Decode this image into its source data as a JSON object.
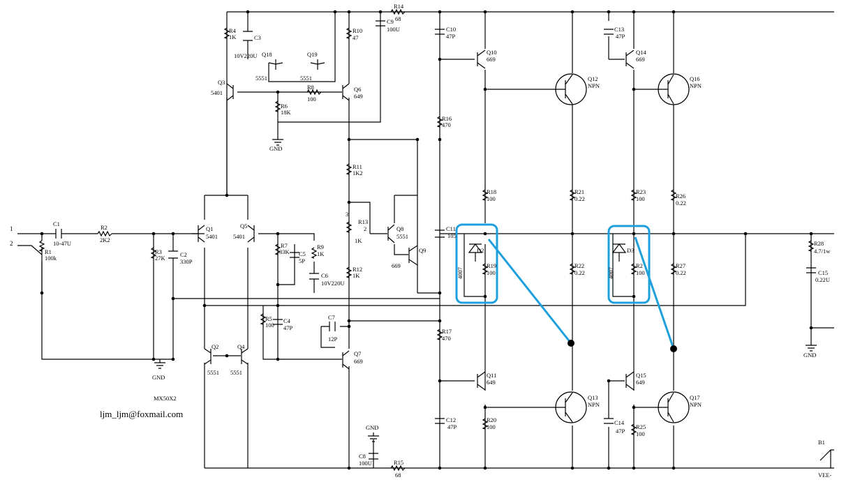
{
  "author_email": "ljm_ljm@foxmail.com",
  "board_name": "MX50X2",
  "ports": {
    "in1": "1",
    "in2": "2",
    "b1": "B1",
    "vee": "VEE-"
  },
  "gnd_label": "GND",
  "parts": {
    "r1": [
      "R1",
      "100k"
    ],
    "r2": [
      "R2",
      "2K2"
    ],
    "r3": [
      "R3",
      "27K"
    ],
    "r4": [
      "R4",
      "1K"
    ],
    "r5": [
      "R5",
      "100"
    ],
    "r6": [
      "R6",
      "18K"
    ],
    "r7": [
      "R7",
      "33K"
    ],
    "r8": [
      "R8",
      "100"
    ],
    "r9": [
      "R9",
      "1K"
    ],
    "r10": [
      "R10",
      "47"
    ],
    "r11": [
      "R11",
      "1K2"
    ],
    "r12": [
      "R12",
      "1K"
    ],
    "r13": [
      "R13",
      "1K"
    ],
    "r14": [
      "R14",
      "68"
    ],
    "r15": [
      "R15",
      "68"
    ],
    "r16": [
      "R16",
      "470"
    ],
    "r17": [
      "R17",
      "470"
    ],
    "r18": [
      "R18",
      "100"
    ],
    "r19": [
      "R19",
      "100"
    ],
    "r20": [
      "R20",
      "100"
    ],
    "r21": [
      "R21",
      "0.22"
    ],
    "r22": [
      "R22",
      "0.22"
    ],
    "r23": [
      "R23",
      "100"
    ],
    "r24": [
      "R2",
      "100"
    ],
    "r25": [
      "R25",
      "100"
    ],
    "r26": [
      "R26",
      "0.22"
    ],
    "r27": [
      "R27",
      "0.22"
    ],
    "r28": [
      "R28",
      "4.7/1w"
    ],
    "c1": [
      "C1",
      "10-47U"
    ],
    "c2": [
      "C2",
      "330P"
    ],
    "c3": [
      "C3",
      "10V220U"
    ],
    "c4": [
      "C4",
      "47P"
    ],
    "c5": [
      "C5",
      "5P"
    ],
    "c6": [
      "C6",
      "10V220U"
    ],
    "c7": [
      "C7",
      "12P"
    ],
    "c8": [
      "C8",
      "100U"
    ],
    "c9": [
      "C9",
      "100U"
    ],
    "c10": [
      "C10",
      "47P"
    ],
    "c11": [
      "C11",
      "105"
    ],
    "c12": [
      "C12",
      "47P"
    ],
    "c13": [
      "C13",
      "47P"
    ],
    "c14": [
      "C14",
      "47P"
    ],
    "c15": [
      "C15",
      "0.22U"
    ],
    "q1": [
      "Q1",
      "5401"
    ],
    "q2": [
      "Q2",
      "5551"
    ],
    "q3": [
      "Q3",
      "5401"
    ],
    "q4": [
      "Q4",
      "5551"
    ],
    "q5": [
      "Q5",
      "5401"
    ],
    "q6": [
      "Q6",
      "649"
    ],
    "q7": [
      "Q7",
      "669"
    ],
    "q8": [
      "Q8",
      "5551"
    ],
    "q9": [
      "Q9",
      "669"
    ],
    "q10": [
      "Q10",
      "669"
    ],
    "q11": [
      "Q11",
      "649"
    ],
    "q12": [
      "Q12",
      "NPN"
    ],
    "q13": [
      "Q13",
      "NPN"
    ],
    "q14": [
      "Q14",
      "669"
    ],
    "q15": [
      "Q15",
      "649"
    ],
    "q16": [
      "Q16",
      "NPN"
    ],
    "q17": [
      "Q17",
      "NPN"
    ],
    "q18": [
      "Q18",
      "5551"
    ],
    "q19": [
      "Q19",
      "5551"
    ],
    "d2": [
      "D2",
      "4007"
    ],
    "d3": [
      "D3",
      "4007"
    ]
  },
  "pot_pins": {
    "p2": "2",
    "p3": "3"
  },
  "colors": {
    "wire": "#000000",
    "highlight": "#1ea0dc",
    "background": "#ffffff"
  }
}
